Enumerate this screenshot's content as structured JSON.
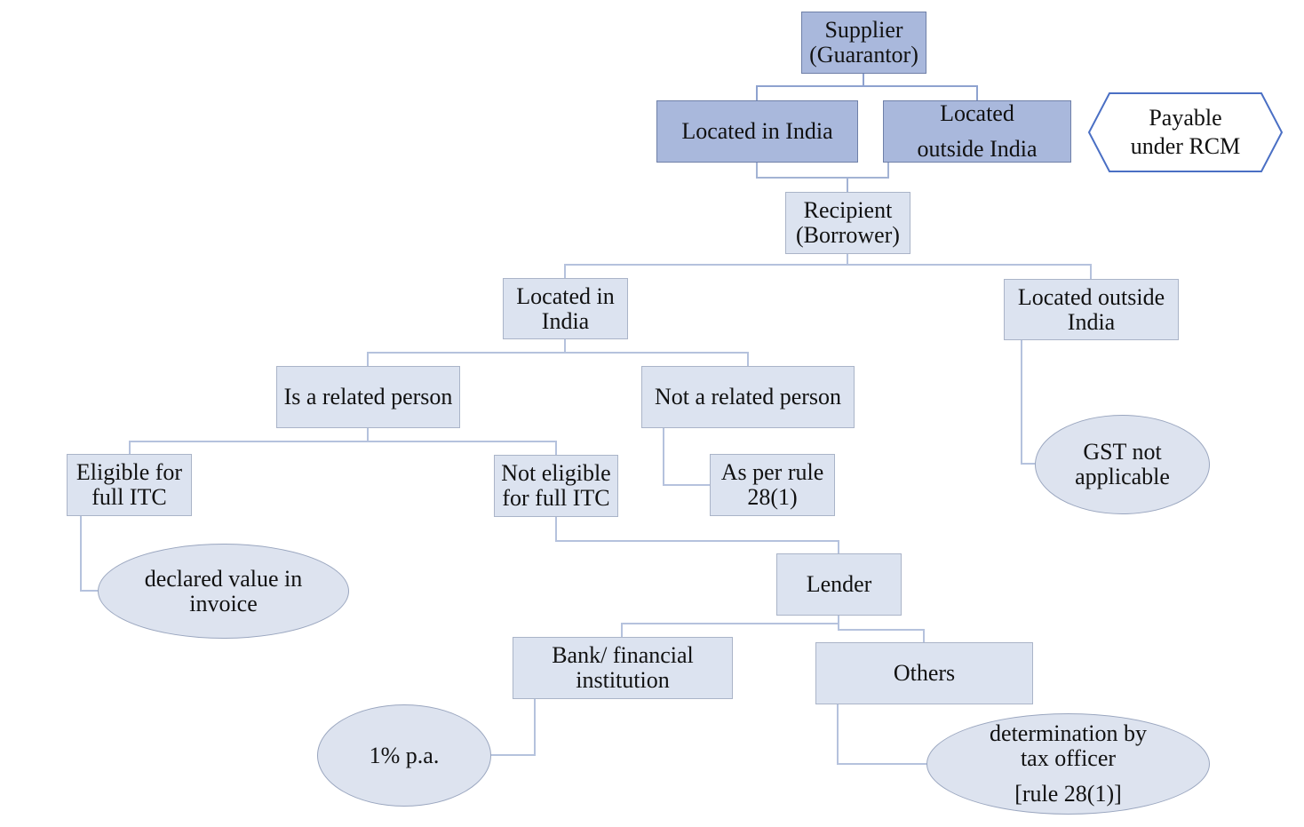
{
  "supplier": {
    "line1": "Supplier",
    "line2": "(Guarantor)"
  },
  "supplier_in_india": "Located in India",
  "supplier_outside": {
    "line1": "Located",
    "line2": "outside India"
  },
  "rcm_note": {
    "line1": "Payable",
    "line2": "under RCM"
  },
  "recipient": {
    "line1": "Recipient",
    "line2": "(Borrower)"
  },
  "recipient_in_india": {
    "line1": "Located in",
    "line2": "India"
  },
  "recipient_outside": {
    "line1": "Located outside",
    "line2": "India"
  },
  "gst_not_applicable": {
    "line1": "GST not",
    "line2": "applicable"
  },
  "related": "Is a related person",
  "not_related": "Not a related person",
  "as_per_rule": {
    "line1": "As per rule",
    "line2": "28(1)"
  },
  "eligible_itc": {
    "line1": "Eligible for",
    "line2": "full ITC"
  },
  "not_eligible_itc": {
    "line1": "Not eligible",
    "line2": "for full ITC"
  },
  "declared_value": {
    "line1": "declared value in",
    "line2": "invoice"
  },
  "lender": "Lender",
  "bank": {
    "line1": "Bank/ financial",
    "line2": "institution"
  },
  "others": "Others",
  "one_percent": "1% p.a.",
  "tax_officer": {
    "line1": "determination by",
    "line2": "tax officer",
    "line3": "[rule 28(1)]"
  },
  "colors": {
    "dark_fill": "#a9b8dc",
    "light_fill": "#dce3f0",
    "connector": "#a3b3d4",
    "hexagon_stroke": "#4a6fc4"
  }
}
